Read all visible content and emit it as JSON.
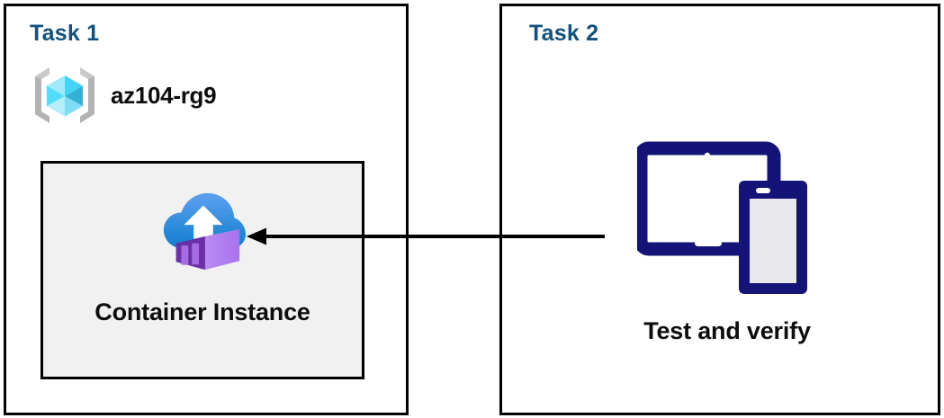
{
  "diagram": {
    "title_color": "#12517E",
    "panels": [
      {
        "id": "task1",
        "title": "Task 1",
        "resource_group": {
          "icon": "azure-resource-group-icon",
          "label": "az104-rg9"
        },
        "card": {
          "icon": "azure-container-instance-icon",
          "label": "Container Instance",
          "background": "#f1f1f1"
        }
      },
      {
        "id": "task2",
        "title": "Task 2",
        "device": {
          "icon": "tablet-and-phone-icon",
          "label": "Test and verify",
          "color": "#141478"
        }
      }
    ],
    "connector": {
      "name": "arrow-task2-to-container-instance",
      "direction": "right-to-left",
      "color": "#000000"
    }
  }
}
